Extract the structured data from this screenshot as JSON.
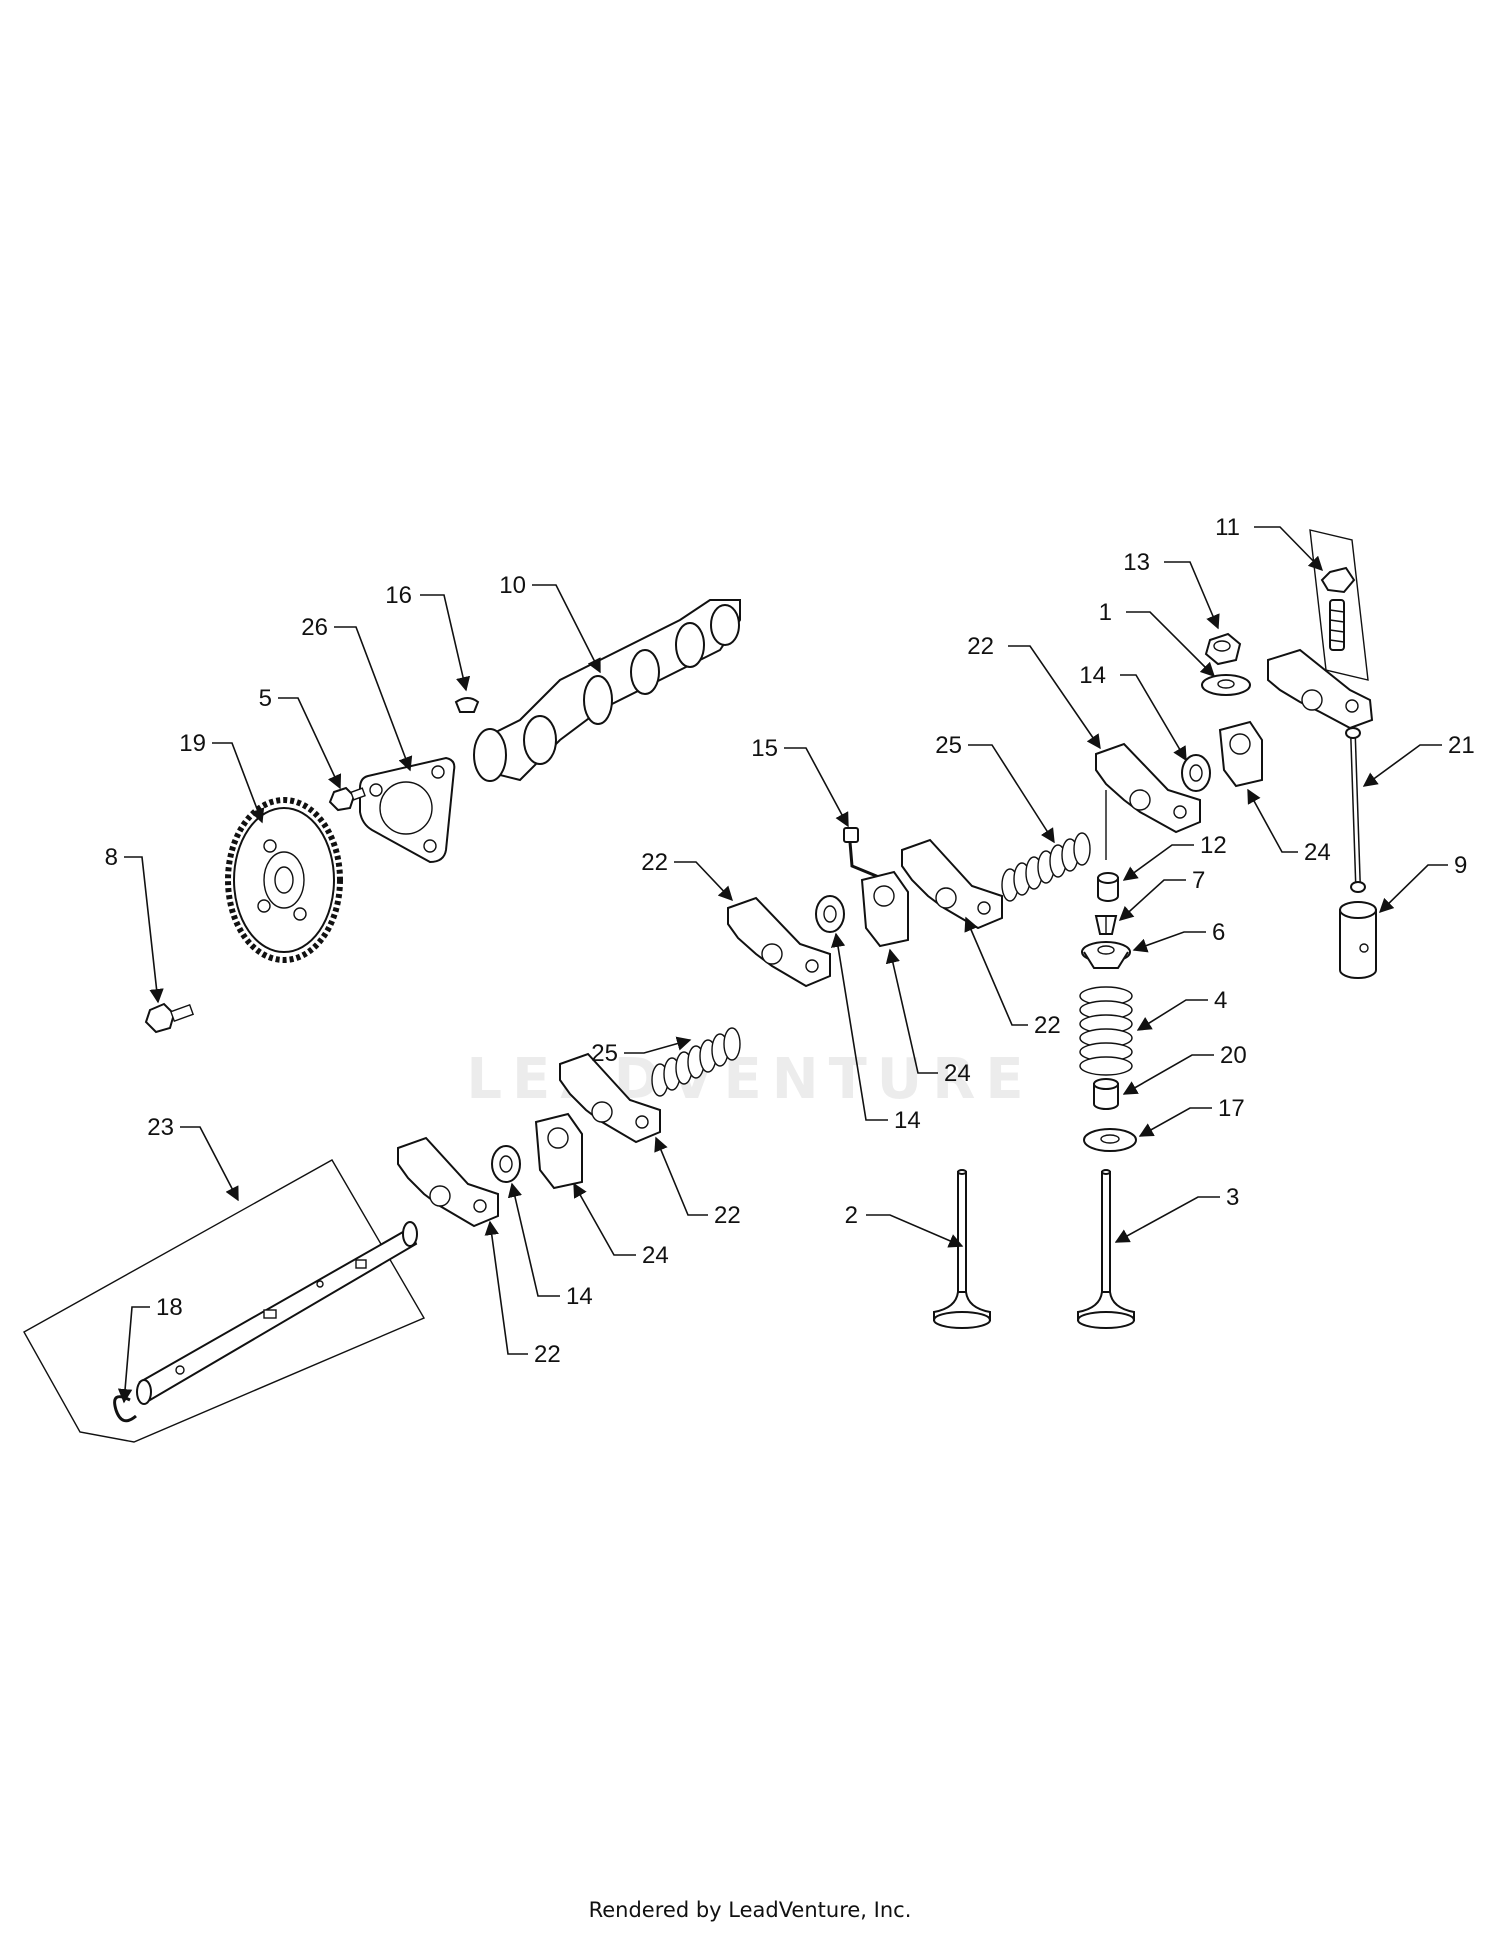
{
  "watermark": "LEADVENTURE",
  "footer": "Rendered by LeadVenture, Inc.",
  "callouts": {
    "c11": "11",
    "c13": "13",
    "c1": "1",
    "c14a": "14",
    "c22a": "22",
    "c21": "21",
    "c24a": "24",
    "c12": "12",
    "c7": "7",
    "c9": "9",
    "c6": "6",
    "c4": "4",
    "c20": "20",
    "c17": "17",
    "c3": "3",
    "c2": "2",
    "c16": "16",
    "c10": "10",
    "c26": "26",
    "c5": "5",
    "c19": "19",
    "c8": "8",
    "c15": "15",
    "c25a": "25",
    "c22b": "22",
    "c22c": "22",
    "c24b": "24",
    "c14b": "14",
    "c25b": "25",
    "c22d": "22",
    "c24c": "24",
    "c14c": "14",
    "c22e": "22",
    "c23": "23",
    "c18": "18"
  }
}
